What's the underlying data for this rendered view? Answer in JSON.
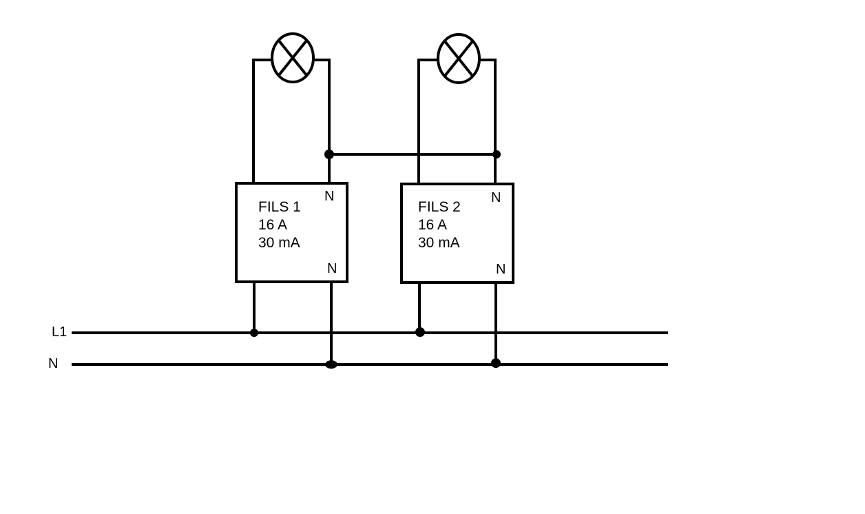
{
  "buses": {
    "line_label": "L1",
    "neutral_label": "N"
  },
  "devices": [
    {
      "name_label": "FILS 1",
      "rating_label": "16 A",
      "sensitivity_label": "30 mA",
      "top_terminal_label": "N",
      "bottom_terminal_label": "N"
    },
    {
      "name_label": "FILS 2",
      "rating_label": "16 A",
      "sensitivity_label": "30 mA",
      "top_terminal_label": "N",
      "bottom_terminal_label": "N"
    }
  ],
  "lamps": [
    {
      "symbol": "lamp-cross-icon"
    },
    {
      "symbol": "lamp-cross-icon"
    }
  ],
  "colors": {
    "line": "#000000",
    "background": "#ffffff"
  }
}
